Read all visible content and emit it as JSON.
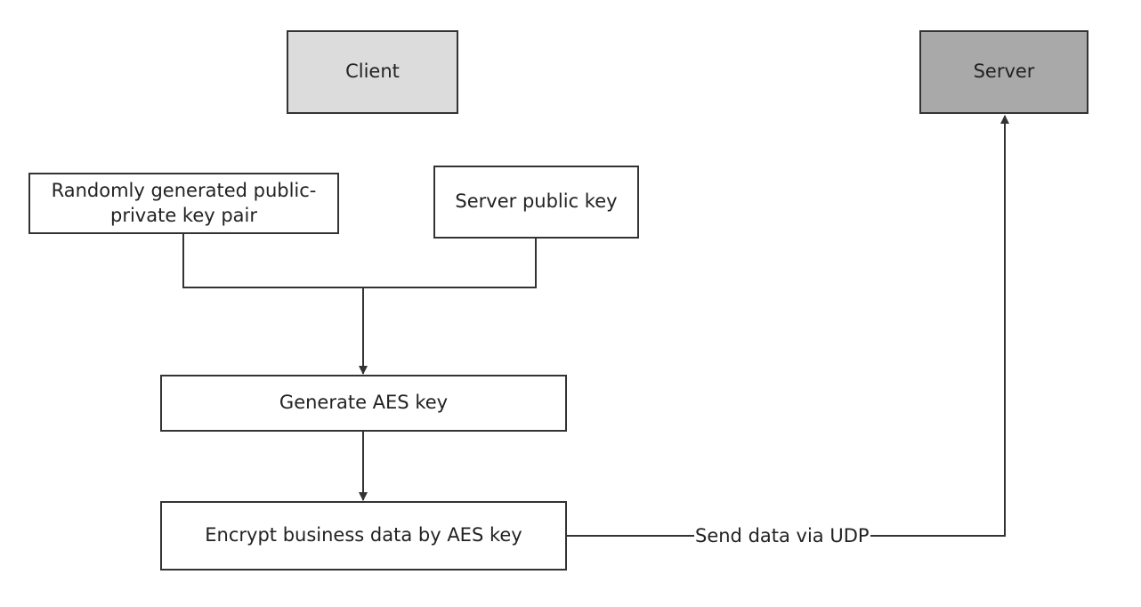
{
  "nodes": {
    "client": "Client",
    "server": "Server",
    "keypair": "Randomly generated public-private key pair",
    "server_key": "Server public key",
    "aes": "Generate AES key",
    "encrypt": "Encrypt business data by AES key"
  },
  "edges": {
    "send_label": "Send data via UDP"
  },
  "colors": {
    "client_fill": "#dcdcdc",
    "server_fill": "#a9a9a9",
    "line": "#333333"
  }
}
